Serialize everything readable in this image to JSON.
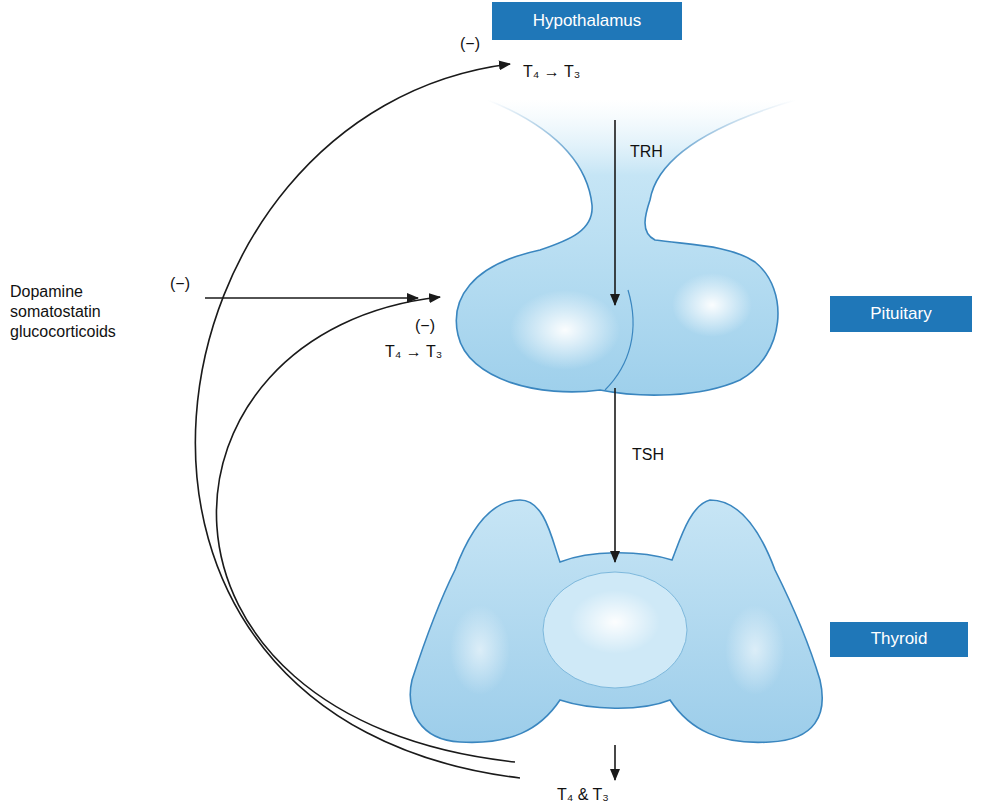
{
  "diagram": {
    "nodes": [
      {
        "text": [
          "Hypothalamus"
        ]
      },
      {
        "text": [
          "Pituitary"
        ]
      },
      {
        "text": [
          "Thyroid"
        ]
      }
    ],
    "labels": [
      "(−)",
      "T₄ → T₃",
      "TRH",
      "Dopamine somatostatin glucocorticoids",
      "(−)",
      "(−)",
      "T₄ → T₃",
      "TSH",
      "T₄ & T₃"
    ]
  }
}
